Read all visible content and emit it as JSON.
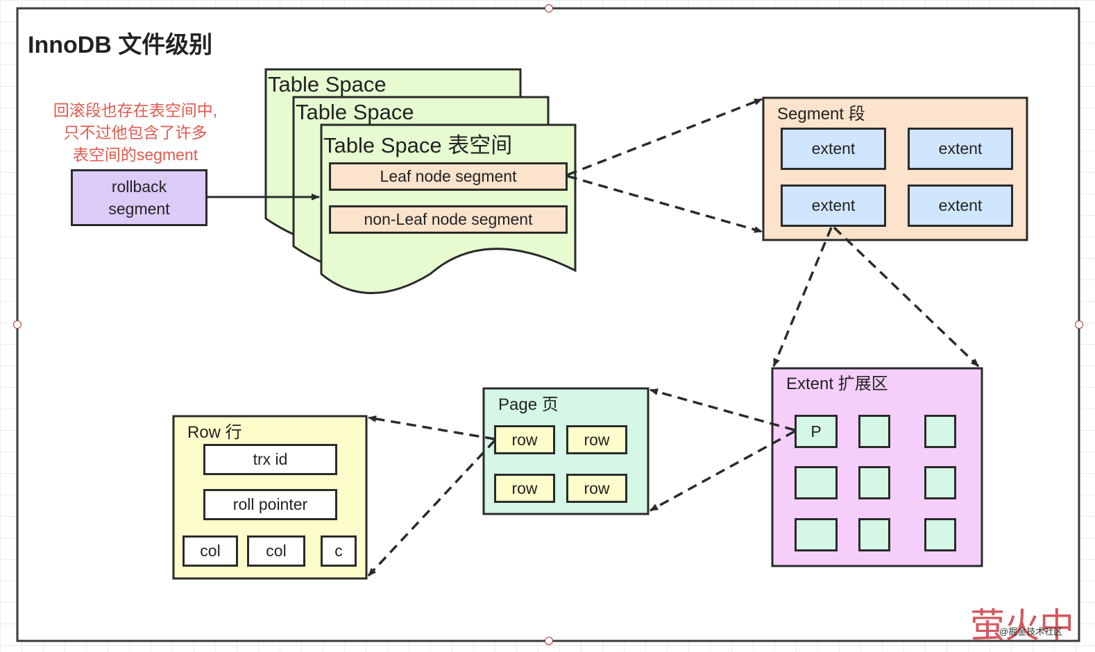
{
  "title": "InnoDB 文件级别",
  "note_lines": [
    "回滚段也存在表空间中,",
    "只不过他包含了许多",
    "表空间的segment"
  ],
  "rollback": [
    "rollback",
    "segment"
  ],
  "tablespace": {
    "back1": "Table Space",
    "back2": "Table Space",
    "front": "Table Space 表空间",
    "leaf": "Leaf node segment",
    "nonleaf": "non-Leaf node segment"
  },
  "segment": {
    "title": "Segment 段",
    "extents": [
      "extent",
      "extent",
      "extent",
      "extent"
    ]
  },
  "extent": {
    "title": "Extent 扩展区",
    "page_label": "P"
  },
  "page": {
    "title": "Page 页",
    "rows": [
      "row",
      "row",
      "row",
      "row"
    ]
  },
  "row": {
    "title": "Row 行",
    "trx": "trx id",
    "roll": "roll pointer",
    "cols": [
      "col",
      "col",
      "c"
    ]
  },
  "watermark": {
    "big": "萤火中",
    "small": "@掘金技术社区"
  },
  "colors": {
    "tablespace": "#e6fbd0",
    "leaf": "#fbe3cc",
    "rollback": "#dccbf7",
    "segment": "#fbe3cc",
    "extent_cell": "#d0e6ff",
    "extent_region": "#f5cffa",
    "page_cell": "#d4f7e6",
    "page": "#d4f7e6",
    "row_cell": "#fdfccb",
    "row": "#fdfccb",
    "note": "#e05a4e"
  }
}
